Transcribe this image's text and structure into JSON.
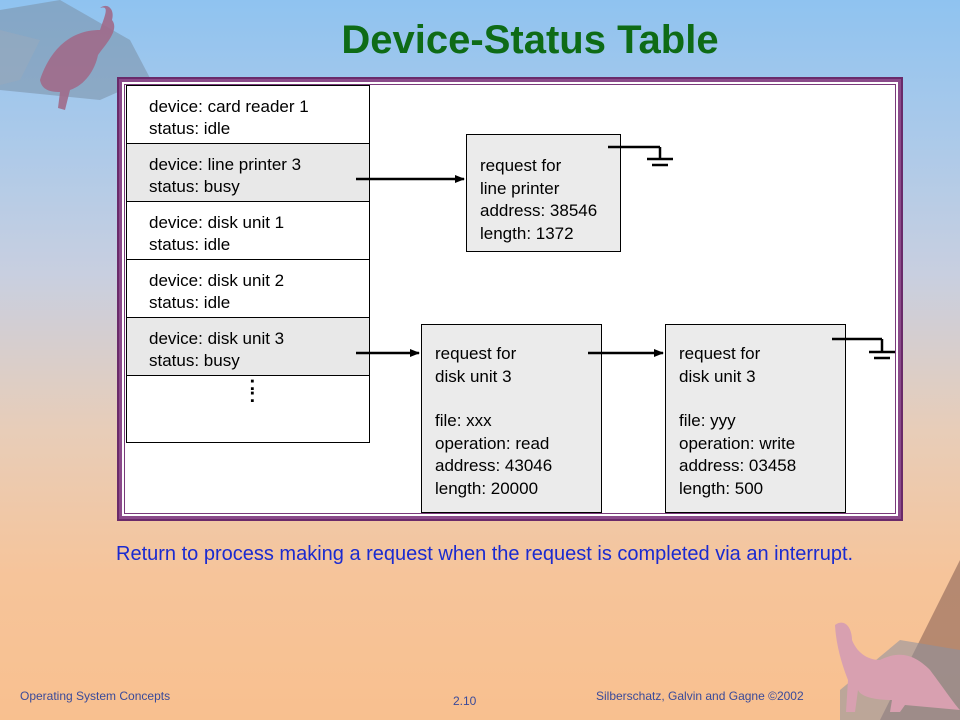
{
  "slide": {
    "title": "Device-Status Table",
    "caption": "Return to process making a request when the request is completed via an interrupt."
  },
  "device_table": [
    {
      "device": "device: card reader 1",
      "status": "status: idle"
    },
    {
      "device": "device: line printer 3",
      "status": "status: busy"
    },
    {
      "device": "device: disk unit 1",
      "status": "status: idle"
    },
    {
      "device": "device: disk unit 2",
      "status": "status: idle"
    },
    {
      "device": "device: disk unit 3",
      "status": "status: busy"
    }
  ],
  "ellipsis": ":",
  "requests": {
    "printer": [
      "request for",
      "line printer",
      "address: 38546",
      "length: 1372"
    ],
    "disk1": [
      "request for",
      "disk unit 3",
      "file: xxx",
      "operation: read",
      "address: 43046",
      "length: 20000"
    ],
    "disk2": [
      "request for",
      "disk unit 3",
      "file: yyy",
      "operation: write",
      "address: 03458",
      "length: 500"
    ]
  },
  "footer": {
    "left": "Operating System Concepts",
    "center": "2.10",
    "right": "Silberschatz, Galvin and  Gagne ©2002"
  },
  "colors": {
    "title": "#0e6b16",
    "caption": "#1a2ad0",
    "frame": "#6a2a6a"
  }
}
